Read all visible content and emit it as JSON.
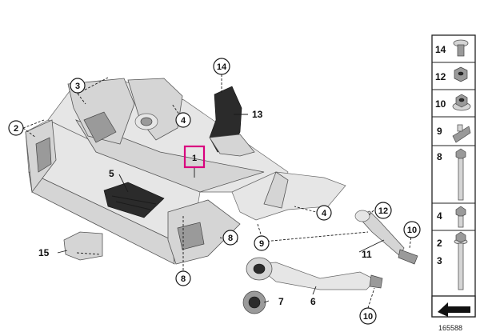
{
  "diagram": {
    "id_label": "165588",
    "highlighted_part": "1",
    "callouts": {
      "c1": "1",
      "c2": "2",
      "c3": "3",
      "c4a": "4",
      "c4b": "4",
      "c5": "5",
      "c6": "6",
      "c7": "7",
      "c8a": "8",
      "c8b": "8",
      "c9": "9",
      "c10a": "10",
      "c10b": "10",
      "c11": "11",
      "c12": "12",
      "c13": "13",
      "c14": "14",
      "c15": "15"
    }
  },
  "side_panel": {
    "items": [
      {
        "num": "14",
        "icon": "rivet-nut-icon"
      },
      {
        "num": "12",
        "icon": "hex-nut-icon"
      },
      {
        "num": "10",
        "icon": "flange-nut-icon"
      },
      {
        "num": "9",
        "icon": "clip-bracket-icon"
      },
      {
        "num": "8",
        "icon": "long-bolt-icon"
      },
      {
        "num": "4",
        "icon": "short-bolt-icon"
      },
      {
        "num": "2",
        "num2": "3",
        "icon": "long-flange-bolt-icon"
      }
    ]
  }
}
